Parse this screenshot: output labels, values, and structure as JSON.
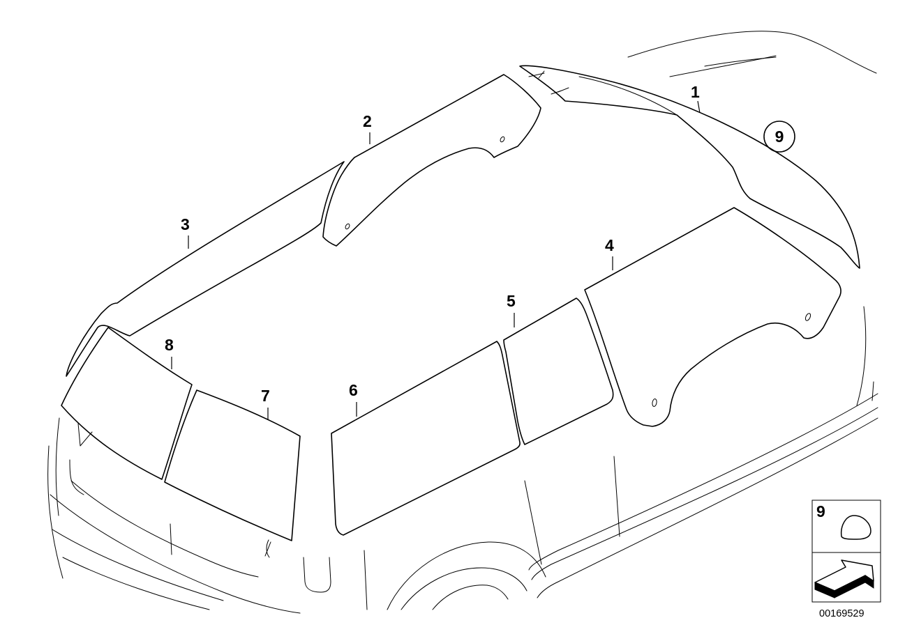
{
  "callouts": {
    "c1": "1",
    "c2": "2",
    "c3": "3",
    "c4": "4",
    "c5": "5",
    "c6": "6",
    "c7": "7",
    "c8": "8",
    "c9": "9"
  },
  "legend": {
    "item_number": "9",
    "item_shape_icon": "rounded-blob-icon",
    "nav_icon": "arrow-pointer-icon"
  },
  "document_number": "00169529"
}
